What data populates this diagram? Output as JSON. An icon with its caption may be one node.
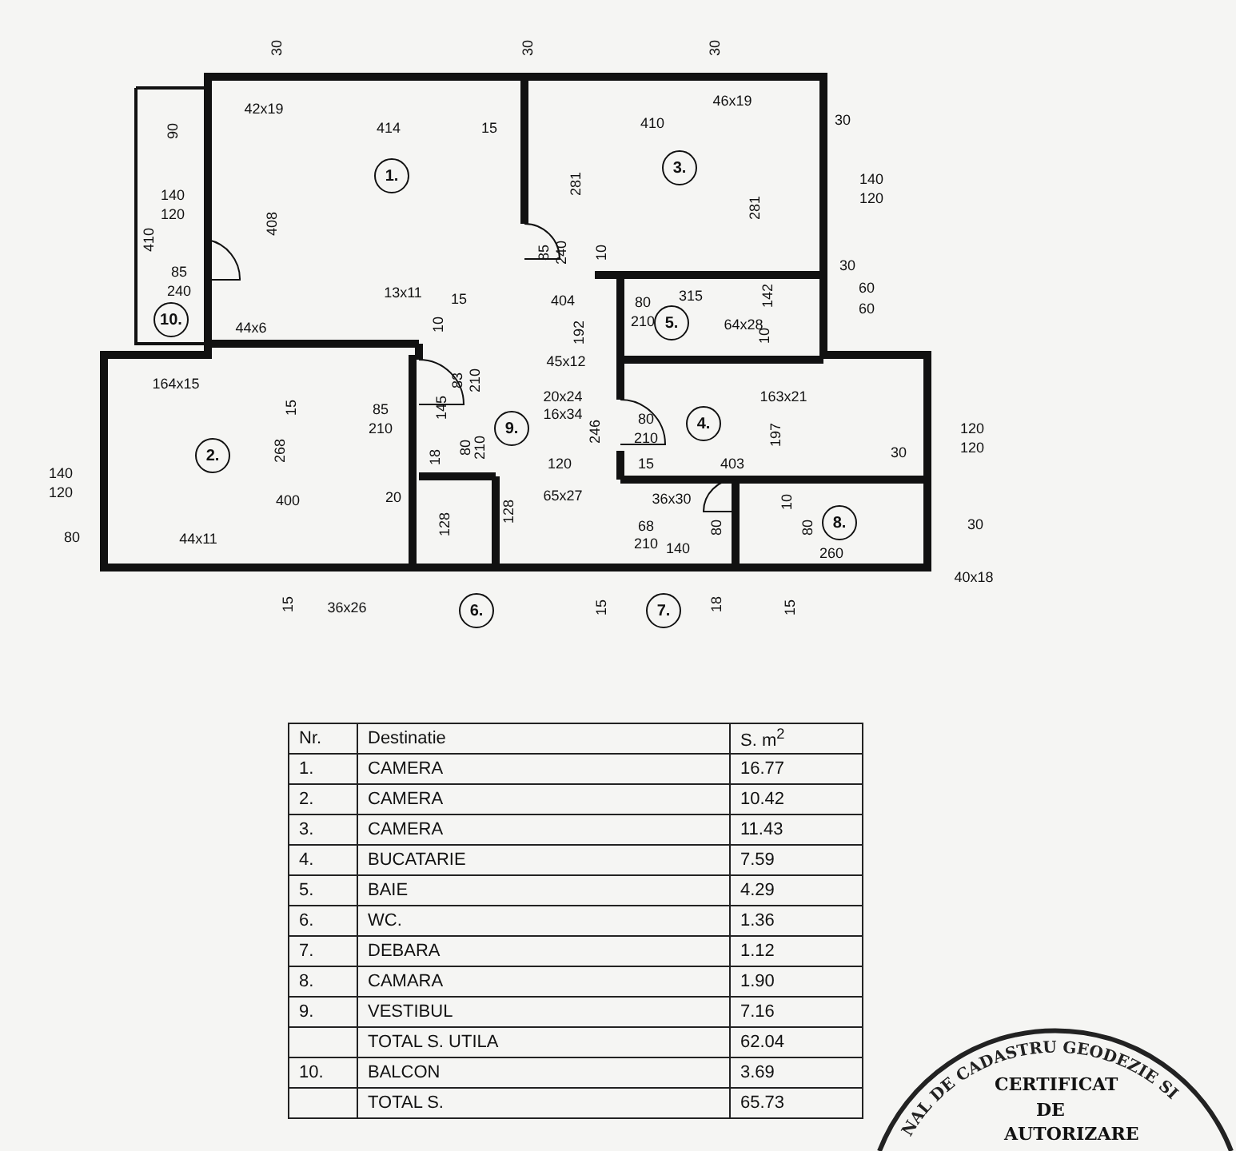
{
  "diagram": {
    "nodes": [
      {
        "text": [
          "1."
        ]
      },
      {
        "text": [
          "3."
        ]
      },
      {
        "text": [
          "10."
        ]
      },
      {
        "text": [
          "5."
        ]
      },
      {
        "text": [
          "2."
        ]
      },
      {
        "text": [
          "9."
        ]
      },
      {
        "text": [
          "4."
        ]
      },
      {
        "text": [
          "8."
        ]
      },
      {
        "text": [
          "6."
        ]
      },
      {
        "text": [
          "7."
        ]
      }
    ],
    "labels": [
      "30",
      "30",
      "30",
      "42x19",
      "46x19",
      "90",
      "414",
      "15",
      "410",
      "30",
      "140",
      "120",
      "140",
      "120",
      "408",
      "281",
      "281",
      "410",
      "85",
      "240",
      "85",
      "240",
      "10",
      "30",
      "60",
      "60",
      "13x11",
      "15",
      "404",
      "80",
      "210",
      "315",
      "142",
      "44x6",
      "64x28",
      "192",
      "45x12",
      "10",
      "83",
      "210",
      "10",
      "164x15",
      "15",
      "20x24",
      "16x34",
      "163x21",
      "85",
      "210",
      "145",
      "246",
      "80",
      "210",
      "197",
      "120",
      "120",
      "268",
      "140",
      "120",
      "400",
      "20",
      "18",
      "80",
      "210",
      "120",
      "15",
      "403",
      "30",
      "128",
      "65x27",
      "36x30",
      "10",
      "30",
      "128",
      "68",
      "210",
      "80",
      "80",
      "80",
      "44x11",
      "140",
      "260",
      "40x18",
      "15",
      "36x26",
      "15",
      "18",
      "15",
      "Nr.",
      "Destinatie",
      "S. m$^{2}$",
      "1.",
      "CAMERA",
      "16.77",
      "2.",
      "CAMERA",
      "10.42",
      "3.",
      "CAMERA",
      "11.43",
      "4.",
      "BUCATARIE",
      "7.59",
      "5.",
      "BAIE",
      "4.29",
      "6.",
      "WC.",
      "1.36",
      "7.",
      "DEBARA",
      "1.12",
      "8.",
      "CAMARA",
      "1.90",
      "9.",
      "VESTIBUL",
      "7.16",
      "TOTAL S. UTILA",
      "62.04",
      "10.",
      "BALCON",
      "3.69",
      "TOTAL S.",
      "65.73",
      "NAL DE CADASTRU GEODEZIE SI",
      "CERTIFICAT",
      "DE",
      "AUTORIZARE"
    ]
  }
}
